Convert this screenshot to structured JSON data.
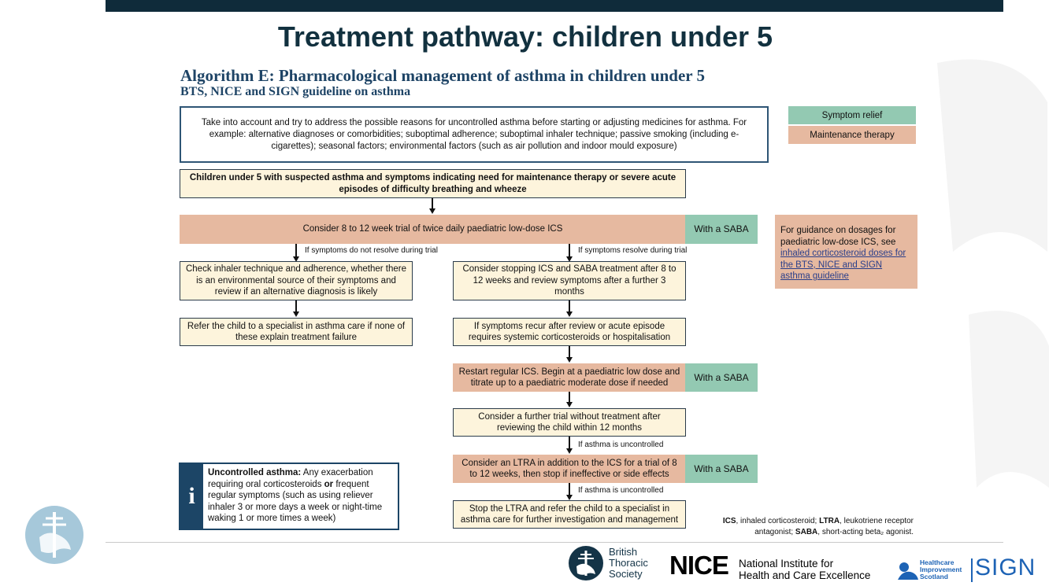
{
  "slide": {
    "title": "Treatment pathway: children under 5"
  },
  "algorithm": {
    "title": "Algorithm E: Pharmacological management of asthma in children under 5",
    "subtitle": "BTS, NICE and SIGN guideline on asthma"
  },
  "legend": {
    "symptom_relief": "Symptom relief",
    "maintenance_therapy": "Maintenance therapy",
    "colors": {
      "symptom_relief": "#93c9b2",
      "maintenance_therapy": "#e6b9a0",
      "step_box": "#fdf4dc"
    }
  },
  "flow": {
    "intro": "Take into account and try to address the possible reasons for uncontrolled asthma before starting or adjusting medicines for asthma. For example: alternative diagnoses or comorbidities; suboptimal adherence; suboptimal inhaler technique; passive smoking (including e-cigarettes); seasonal factors; environmental factors (such as air pollution and indoor mould exposure)",
    "entry": "Children under 5 with suspected asthma and symptoms indicating need for maintenance therapy or severe acute episodes of difficulty breathing and wheeze",
    "trial": "Consider 8 to 12 week trial of twice daily paediatric low-dose ICS",
    "with_saba": "With a SABA",
    "branch_not_resolve": "If symptoms do not resolve during trial",
    "branch_resolve": "If symptoms resolve during trial",
    "check_inhaler": "Check inhaler technique and adherence, whether there is an environmental source of their symptoms and review if an alternative diagnosis is likely",
    "refer_specialist": "Refer the child to a specialist in asthma care if none of these explain treatment failure",
    "consider_stopping": "Consider stopping ICS and SABA treatment after 8 to 12 weeks and review symptoms after a further 3 months",
    "if_recur": "If symptoms recur after review or acute episode requires systemic corticosteroids or hospitalisation",
    "restart_ics": "Restart regular ICS. Begin at a paediatric low dose and titrate up to a paediatric moderate dose if needed",
    "further_trial": "Consider a further trial without treatment after reviewing the child within 12 months",
    "if_uncontrolled": "If asthma is uncontrolled",
    "consider_ltra": "Consider an LTRA in addition to the ICS for a trial of 8 to 12 weeks, then stop if ineffective or side effects",
    "stop_ltra": "Stop the LTRA and refer the child to a specialist in asthma care for further investigation and management"
  },
  "dosage_note": {
    "text": "For guidance on dosages for paediatric low-dose ICS, see",
    "link": "inhaled corticosteroid doses for the BTS, NICE and SIGN asthma guideline"
  },
  "info": {
    "icon_letter": "i",
    "term": "Uncontrolled asthma:",
    "text_part1": "Any exacerbation requiring oral corticosteroids",
    "or_word": "or",
    "text_part2": "frequent regular symptoms (such as using reliever inhaler 3 or more days a week or night-time waking 1 or more times a week)"
  },
  "abbreviations": {
    "ics_abbr": "ICS",
    "ics_def": ", inhaled corticosteroid;",
    "ltra_abbr": "LTRA",
    "ltra_def": ", leukotriene receptor antagonist;",
    "saba_abbr": "SABA",
    "saba_def": ", short-acting beta₂ agonist."
  },
  "logos": {
    "bts_line1": "British",
    "bts_line2": "Thoracic",
    "bts_line3": "Society",
    "nice_word": "NICE",
    "nice_line1": "National Institute for",
    "nice_line2": "Health and Care Excellence",
    "his_line1": "Healthcare",
    "his_line2": "Improvement",
    "his_line3": "Scotland",
    "sign_word": "SIGN"
  }
}
